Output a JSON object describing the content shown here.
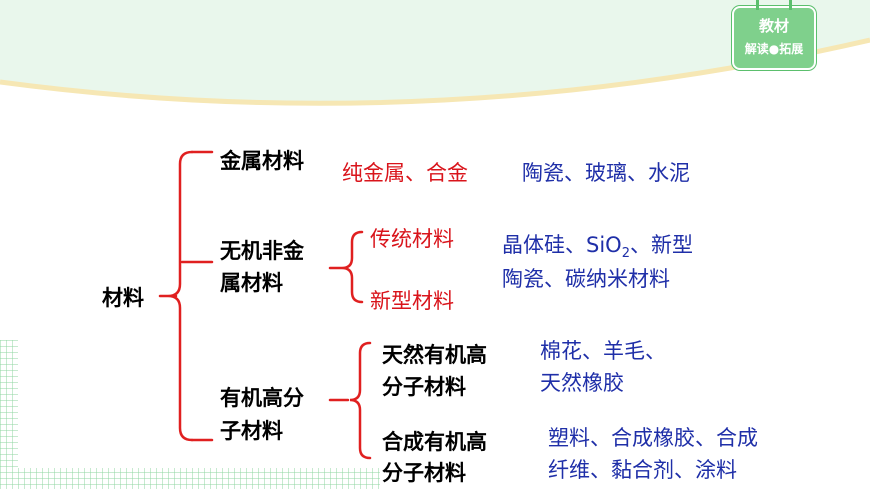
{
  "badge": {
    "line1": "教材",
    "line2": "解读●拓展"
  },
  "root": "材料",
  "branches": {
    "metal": {
      "label": "金属材料",
      "items": "纯金属、合金",
      "examples": "陶瓷、玻璃、水泥"
    },
    "inorganic": {
      "label_line1": "无机非金",
      "label_line2": "属材料",
      "traditional": "传统材料",
      "new_type": "新型材料",
      "examples_line1_a": "晶体硅、SiO",
      "examples_line1_sub": "2",
      "examples_line1_b": "、新型",
      "examples_line2": "陶瓷、碳纳米材料"
    },
    "organic": {
      "label_line1": "有机高分",
      "label_line2": "子材料",
      "natural_line1": "天然有机高",
      "natural_line2": "分子材料",
      "natural_ex_line1": "棉花、羊毛、",
      "natural_ex_line2": "天然橡胶",
      "synthetic_line1": "合成有机高",
      "synthetic_line2": "分子材料",
      "synthetic_ex_line1": "塑料、合成橡胶、合成",
      "synthetic_ex_line2": "纤维、黏合剂、涂料"
    }
  },
  "colors": {
    "banner": "#e9f7ec",
    "badge": "#7fd08c",
    "grid": "#8fd6a0",
    "bracket": "#e02020",
    "category": "#d9141b",
    "example": "#1f2fa8"
  }
}
